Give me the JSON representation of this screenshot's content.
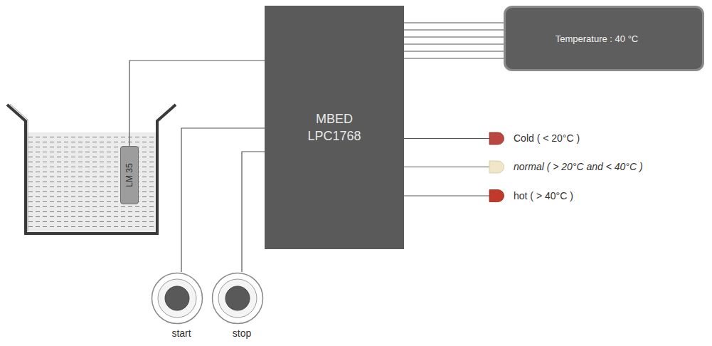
{
  "diagram": {
    "nodes": [
      {
        "text": [
          "MBED LPC1768"
        ]
      },
      {
        "text": [
          "Temperature : 40 °C"
        ]
      },
      {
        "text": [
          "LM 35"
        ]
      },
      {
        "text": [
          "start"
        ]
      },
      {
        "text": [
          "stop"
        ]
      }
    ],
    "edges": [
      {
        "from": 2,
        "to": 0,
        "arrow": "none"
      },
      {
        "from": 0,
        "to": 1,
        "arrow": "none"
      },
      {
        "from": 0,
        "to": 1,
        "arrow": "none"
      },
      {
        "from": 0,
        "to": 1,
        "arrow": "none"
      },
      {
        "from": 0,
        "to": 1,
        "arrow": "none"
      },
      {
        "from": 0,
        "to": 1,
        "arrow": "none"
      },
      {
        "from": 0,
        "to": 1,
        "arrow": "none"
      },
      {
        "from": 3,
        "to": 0,
        "arrow": "none"
      },
      {
        "from": 4,
        "to": 0,
        "arrow": "none"
      }
    ],
    "labels": [
      "Cold ( < 20°C )",
      "normal ( > 20°C and < 40°C )",
      "hot ( > 40°C )"
    ]
  }
}
